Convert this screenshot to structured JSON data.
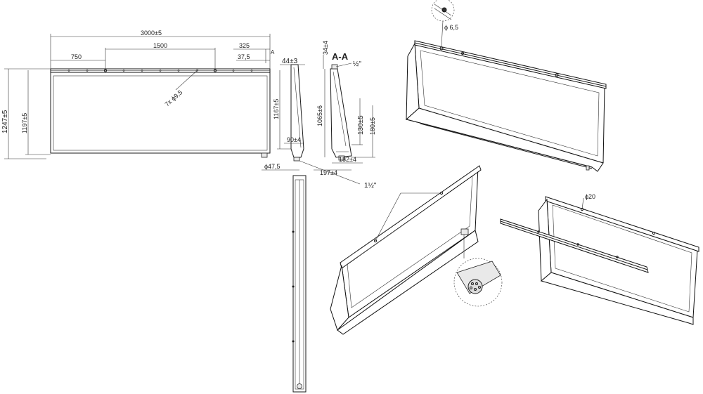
{
  "front_view": {
    "overall_length": "3000±5",
    "pipe_spacing": "1500",
    "left_offset": "750",
    "right_offset": "325",
    "edge_offset": "37,5",
    "section_marker": "A",
    "height_total": "1247±5",
    "height_body": "1197±5",
    "diagonal_note": "7x ϕ9,5",
    "inner_height": "1167±5"
  },
  "side_view": {
    "top_width": "44±3",
    "bottom_width": "90±4",
    "outlet_diameter": "ϕ47,5",
    "outlet_thread": "1½\""
  },
  "section_view": {
    "title": "A-A",
    "top_height": "34±4",
    "inlet_thread": "½\"",
    "height": "1065±6",
    "height_back": "130±5",
    "height_outer": "180±5",
    "depth": "182±4",
    "depth_outer": "197±4"
  },
  "iso_views": {
    "hole_diameter": "ϕ 6,5",
    "pipe_diameter": "ϕ20"
  }
}
